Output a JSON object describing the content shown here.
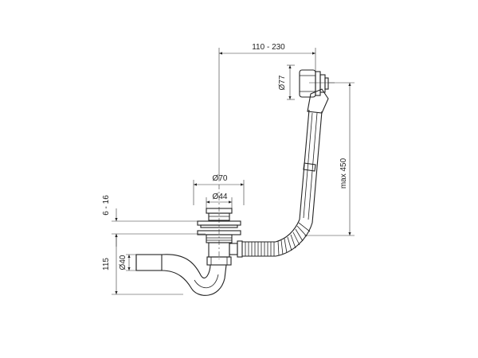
{
  "dimensions": {
    "overflow_range": "110 - 230",
    "overflow_diameter": "Ø77",
    "max_height": "max 450",
    "plug_outer_diameter": "Ø70",
    "plug_inner_diameter": "Ø44",
    "plug_adjust": "6 - 16",
    "trap_height": "115",
    "outlet_diameter": "Ø40"
  },
  "colors": {
    "line": "#222222",
    "background": "#ffffff"
  }
}
